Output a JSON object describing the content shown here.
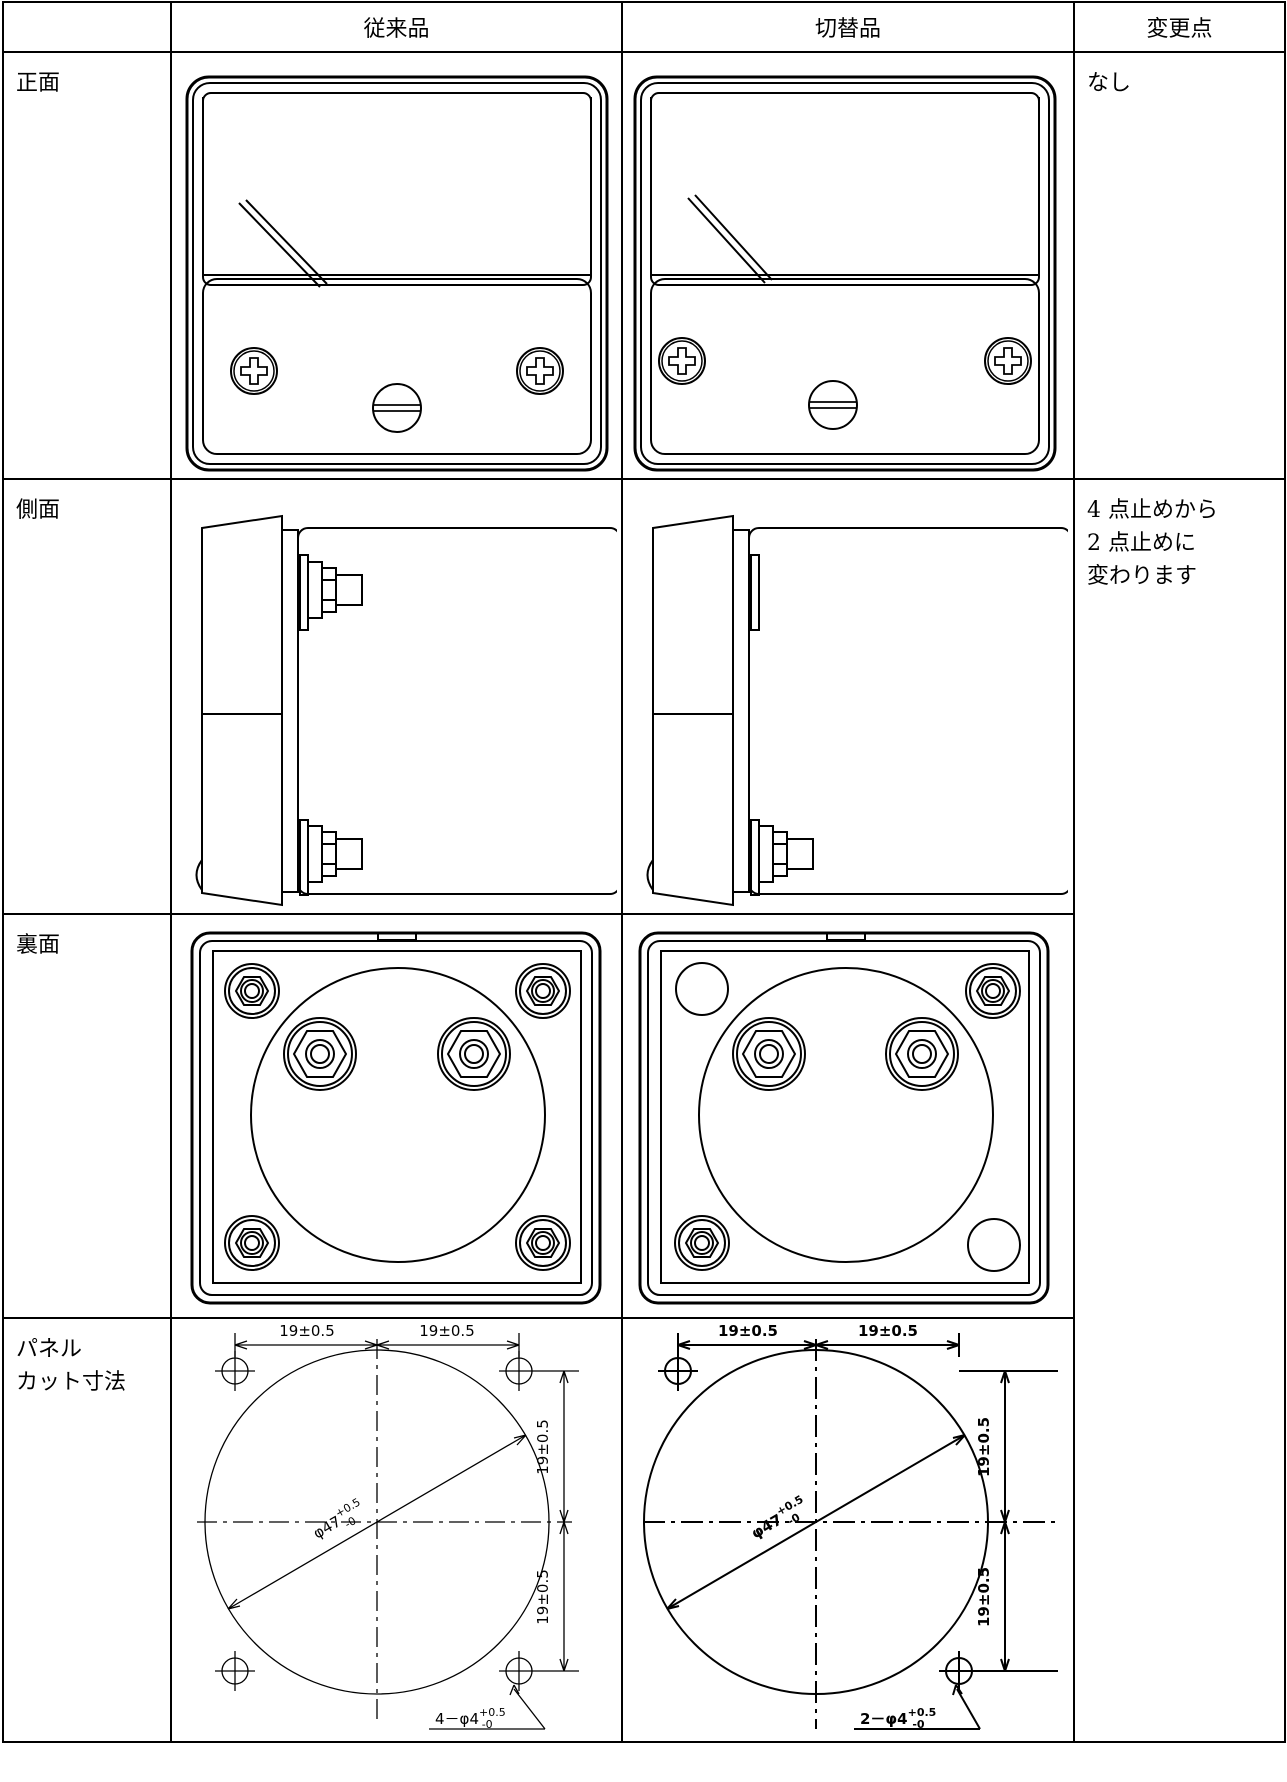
{
  "header": {
    "corner": "",
    "col_old": "従来品",
    "col_new": "切替品",
    "col_change": "変更点"
  },
  "rows": [
    {
      "label": "正面",
      "change": "なし"
    },
    {
      "label": "側面",
      "change_lines": [
        "4 点止めから",
        "2 点止めに",
        "変わります"
      ]
    },
    {
      "label": "裏面",
      "change": ""
    },
    {
      "label_lines": [
        "パネル",
        "カット寸法"
      ],
      "change": ""
    }
  ],
  "dimensions": {
    "old": {
      "pitch_h1": "19±0.5",
      "pitch_h2": "19±0.5",
      "pitch_v1": "19±0.5",
      "pitch_v2": "19±0.5",
      "dia": "φ47",
      "dia_tol_upper": "+0.5",
      "dia_tol_lower": "-0",
      "hole_count_prefix": "4－φ4",
      "hole_tol_upper": "+0.5",
      "hole_tol_lower": "-0"
    },
    "new": {
      "pitch_h1": "19±0.5",
      "pitch_h2": "19±0.5",
      "pitch_v1": "19±0.5",
      "pitch_v2": "19±0.5",
      "dia": "φ47",
      "dia_tol_upper": "+0.5",
      "dia_tol_lower": "-0",
      "hole_count_prefix": "2－φ4",
      "hole_tol_upper": "+0.5",
      "hole_tol_lower": "-0"
    }
  }
}
